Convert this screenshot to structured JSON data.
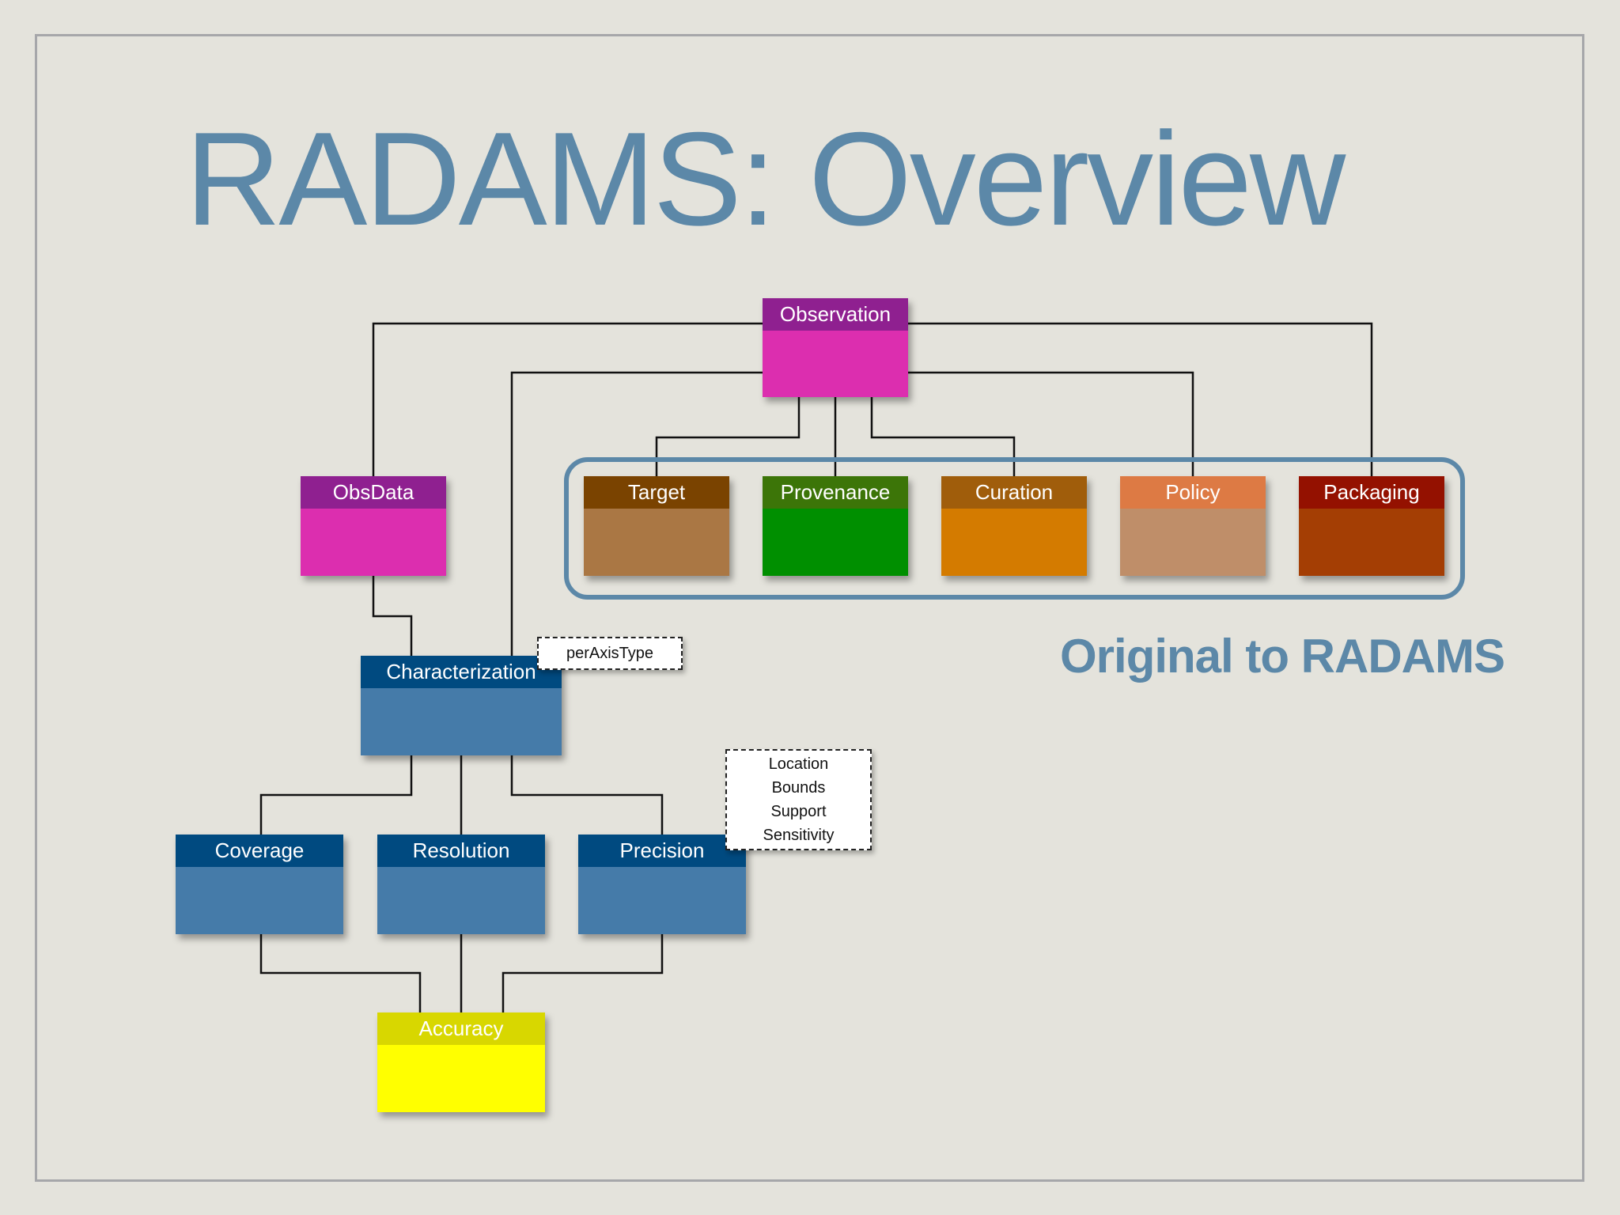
{
  "slide": {
    "title": "RADAMS: Overview"
  },
  "diagram": {
    "group_label": "Original to RADAMS",
    "classes": {
      "observation": {
        "label": "Observation",
        "header_color": "#8f2090",
        "body_color": "#dc2eaf"
      },
      "obsdata": {
        "label": "ObsData",
        "header_color": "#8f2090",
        "body_color": "#dc2eaf"
      },
      "target": {
        "label": "Target",
        "header_color": "#7a4300",
        "body_color": "#aa7744"
      },
      "provenance": {
        "label": "Provenance",
        "header_color": "#3c7508",
        "body_color": "#008f00"
      },
      "curation": {
        "label": "Curation",
        "header_color": "#a05d0b",
        "body_color": "#d47b00"
      },
      "policy": {
        "label": "Policy",
        "header_color": "#dd7a44",
        "body_color": "#bf8e69"
      },
      "packaging": {
        "label": "Packaging",
        "header_color": "#941100",
        "body_color": "#a43e04"
      },
      "characterization": {
        "label": "Characterization",
        "header_color": "#004a80",
        "body_color": "#457ba9"
      },
      "coverage": {
        "label": "Coverage",
        "header_color": "#004a80",
        "body_color": "#457ba9"
      },
      "resolution": {
        "label": "Resolution",
        "header_color": "#004a80",
        "body_color": "#457ba9"
      },
      "precision": {
        "label": "Precision",
        "header_color": "#004a80",
        "body_color": "#457ba9"
      },
      "accuracy": {
        "label": "Accuracy",
        "header_color": "#d8d700",
        "body_color": "#ffff00"
      }
    },
    "notes": {
      "per_axis": {
        "lines": [
          "perAxisType"
        ]
      },
      "precision_attrs": {
        "lines": [
          "Location",
          "Bounds",
          "Support",
          "Sensitivity"
        ]
      }
    }
  }
}
